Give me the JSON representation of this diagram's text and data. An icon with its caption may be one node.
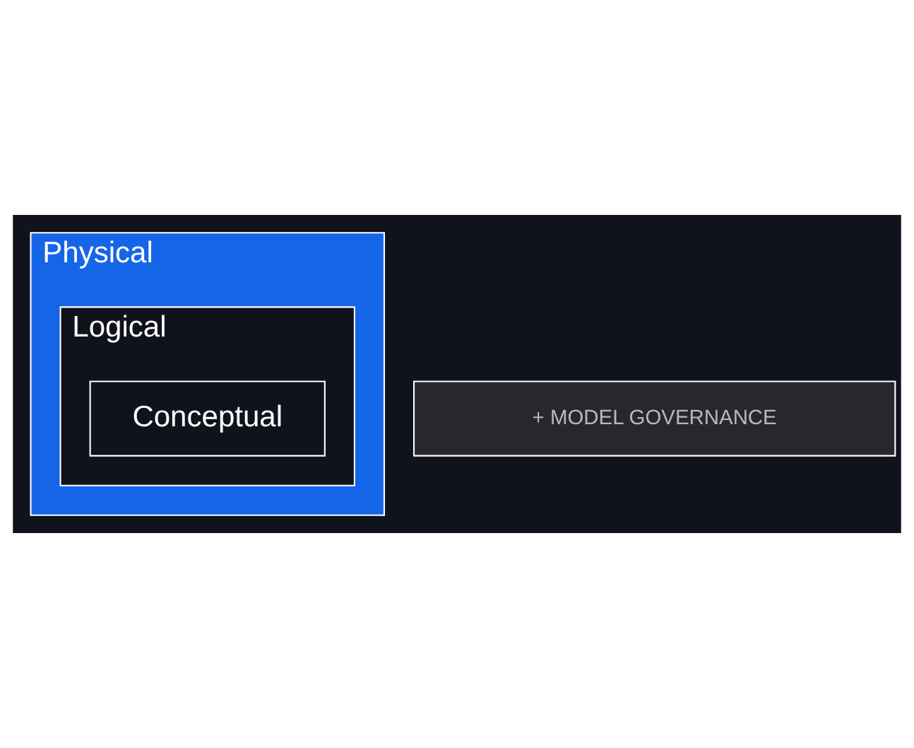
{
  "diagram": {
    "nodes": [
      {
        "text": [
          "Physical"
        ]
      },
      {
        "text": [
          "Logical"
        ],
        "in": 0
      },
      {
        "text": [
          "Conceptual"
        ],
        "in": 1
      },
      {
        "text": [
          "+ MODEL GOVERNANCE"
        ]
      }
    ]
  }
}
